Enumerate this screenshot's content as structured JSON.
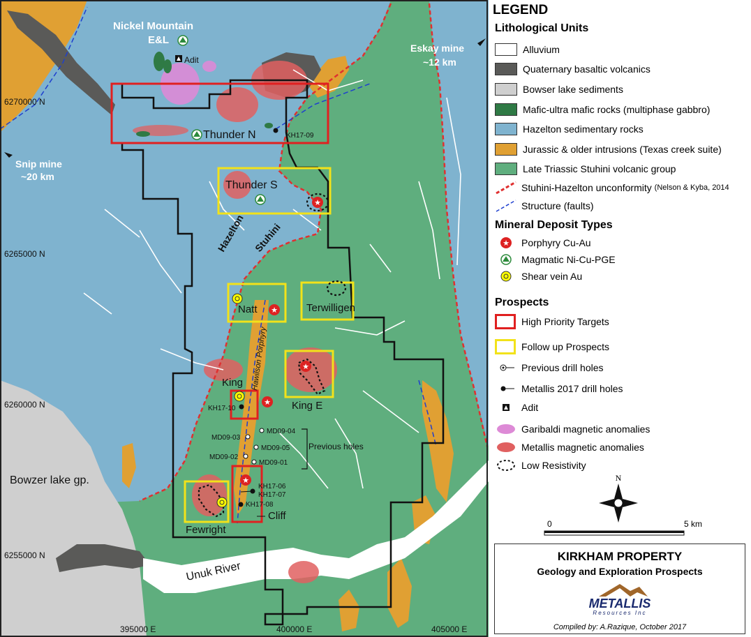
{
  "colors": {
    "hazelton": "#7fb3cf",
    "stuhini": "#5fae7e",
    "intrusion": "#e0a033",
    "alluvium": "#ffffff",
    "bowser": "#cfcfcf",
    "basalt": "#5a5a58",
    "mafic": "#2f7a45",
    "metallis_anom": "#e06060",
    "garibaldi_anom": "#dd8ad6",
    "high_priority": "#e02020",
    "follow_up": "#f2e21a",
    "unconformity": "#e03030",
    "fault": "#1e3fcf"
  },
  "legend": {
    "title": "LEGEND",
    "litho_title": "Lithological Units",
    "litho": [
      {
        "label": "Alluvium",
        "color": "#ffffff"
      },
      {
        "label": "Quaternary basaltic volcanics",
        "color": "#5a5a58"
      },
      {
        "label": "Bowser lake sediments",
        "color": "#cfcfcf"
      },
      {
        "label": "Mafic-ultra mafic rocks (multiphase gabbro)",
        "color": "#2f7a45"
      },
      {
        "label": "Hazelton sedimentary rocks",
        "color": "#7fb3cf"
      },
      {
        "label": "Jurassic & older intrusions (Texas creek suite)",
        "color": "#e0a033"
      },
      {
        "label": "Late Triassic Stuhini volcanic group",
        "color": "#5fae7e"
      }
    ],
    "unconformity_label": "Stuhini-Hazelton unconformity",
    "unconformity_ref": "(Nelson & Kyba, 2014",
    "fault_label": "Structure (faults)",
    "deposit_title": "Mineral Deposit Types",
    "deposits": [
      "Porphyry Cu-Au",
      "Magmatic Ni-Cu-PGE",
      "Shear vein Au"
    ],
    "prospect_title": "Prospects",
    "prospects": [
      "High Priority Targets",
      "Follow up Prospects",
      "Previous drill holes",
      "Metallis 2017 drill holes",
      "Adit",
      "Garibaldi magnetic anomalies",
      "Metallis magnetic anomalies",
      "Low Resistivity"
    ]
  },
  "scale": {
    "north": "N",
    "zero": "0",
    "five": "5 km"
  },
  "titlebox": {
    "title": "KIRKHAM PROPERTY",
    "subtitle": "Geology and Exploration Prospects",
    "logo_main": "METALLIS",
    "logo_sub": "Resources Inc",
    "credit": "Compiled by: A.Razique, October 2017"
  },
  "map": {
    "northings": [
      "6270000 N",
      "6265000 N",
      "6260000 N",
      "6255000 N"
    ],
    "eastings": [
      "395000 E",
      "400000 E",
      "405000 E"
    ],
    "places": {
      "nickel_mountain": "Nickel Mountain",
      "el": "E&L",
      "adit": "Adit",
      "thunder_n": "Thunder N",
      "thunder_s": "Thunder S",
      "natt": "Natt",
      "terwilligen": "Terwilligen",
      "king": "King",
      "king_e": "King E",
      "fewright": "Fewright",
      "cliff": "Cliff",
      "hazelton": "Hazelton",
      "stuhini": "Stuhini",
      "hawilson": "Hawilson Porphyry",
      "bowzer": "Bowzer lake gp.",
      "unuk": "Unuk River",
      "snip1": "Snip mine",
      "snip2": "~20 km",
      "eskay1": "Eskay mine",
      "eskay2": "~12 km",
      "previous_holes": "Previous holes"
    },
    "drillholes": {
      "kh1709": "KH17-09",
      "kh1710": "KH17-10",
      "kh1706": "KH17-06",
      "kh1707": "KH17-07",
      "kh1708": "KH17-08",
      "md0904": "MD09-04",
      "md0903": "MD09-03",
      "md0905": "MD09-05",
      "md0902": "MD09-02",
      "md0901": "MD09-01"
    }
  }
}
